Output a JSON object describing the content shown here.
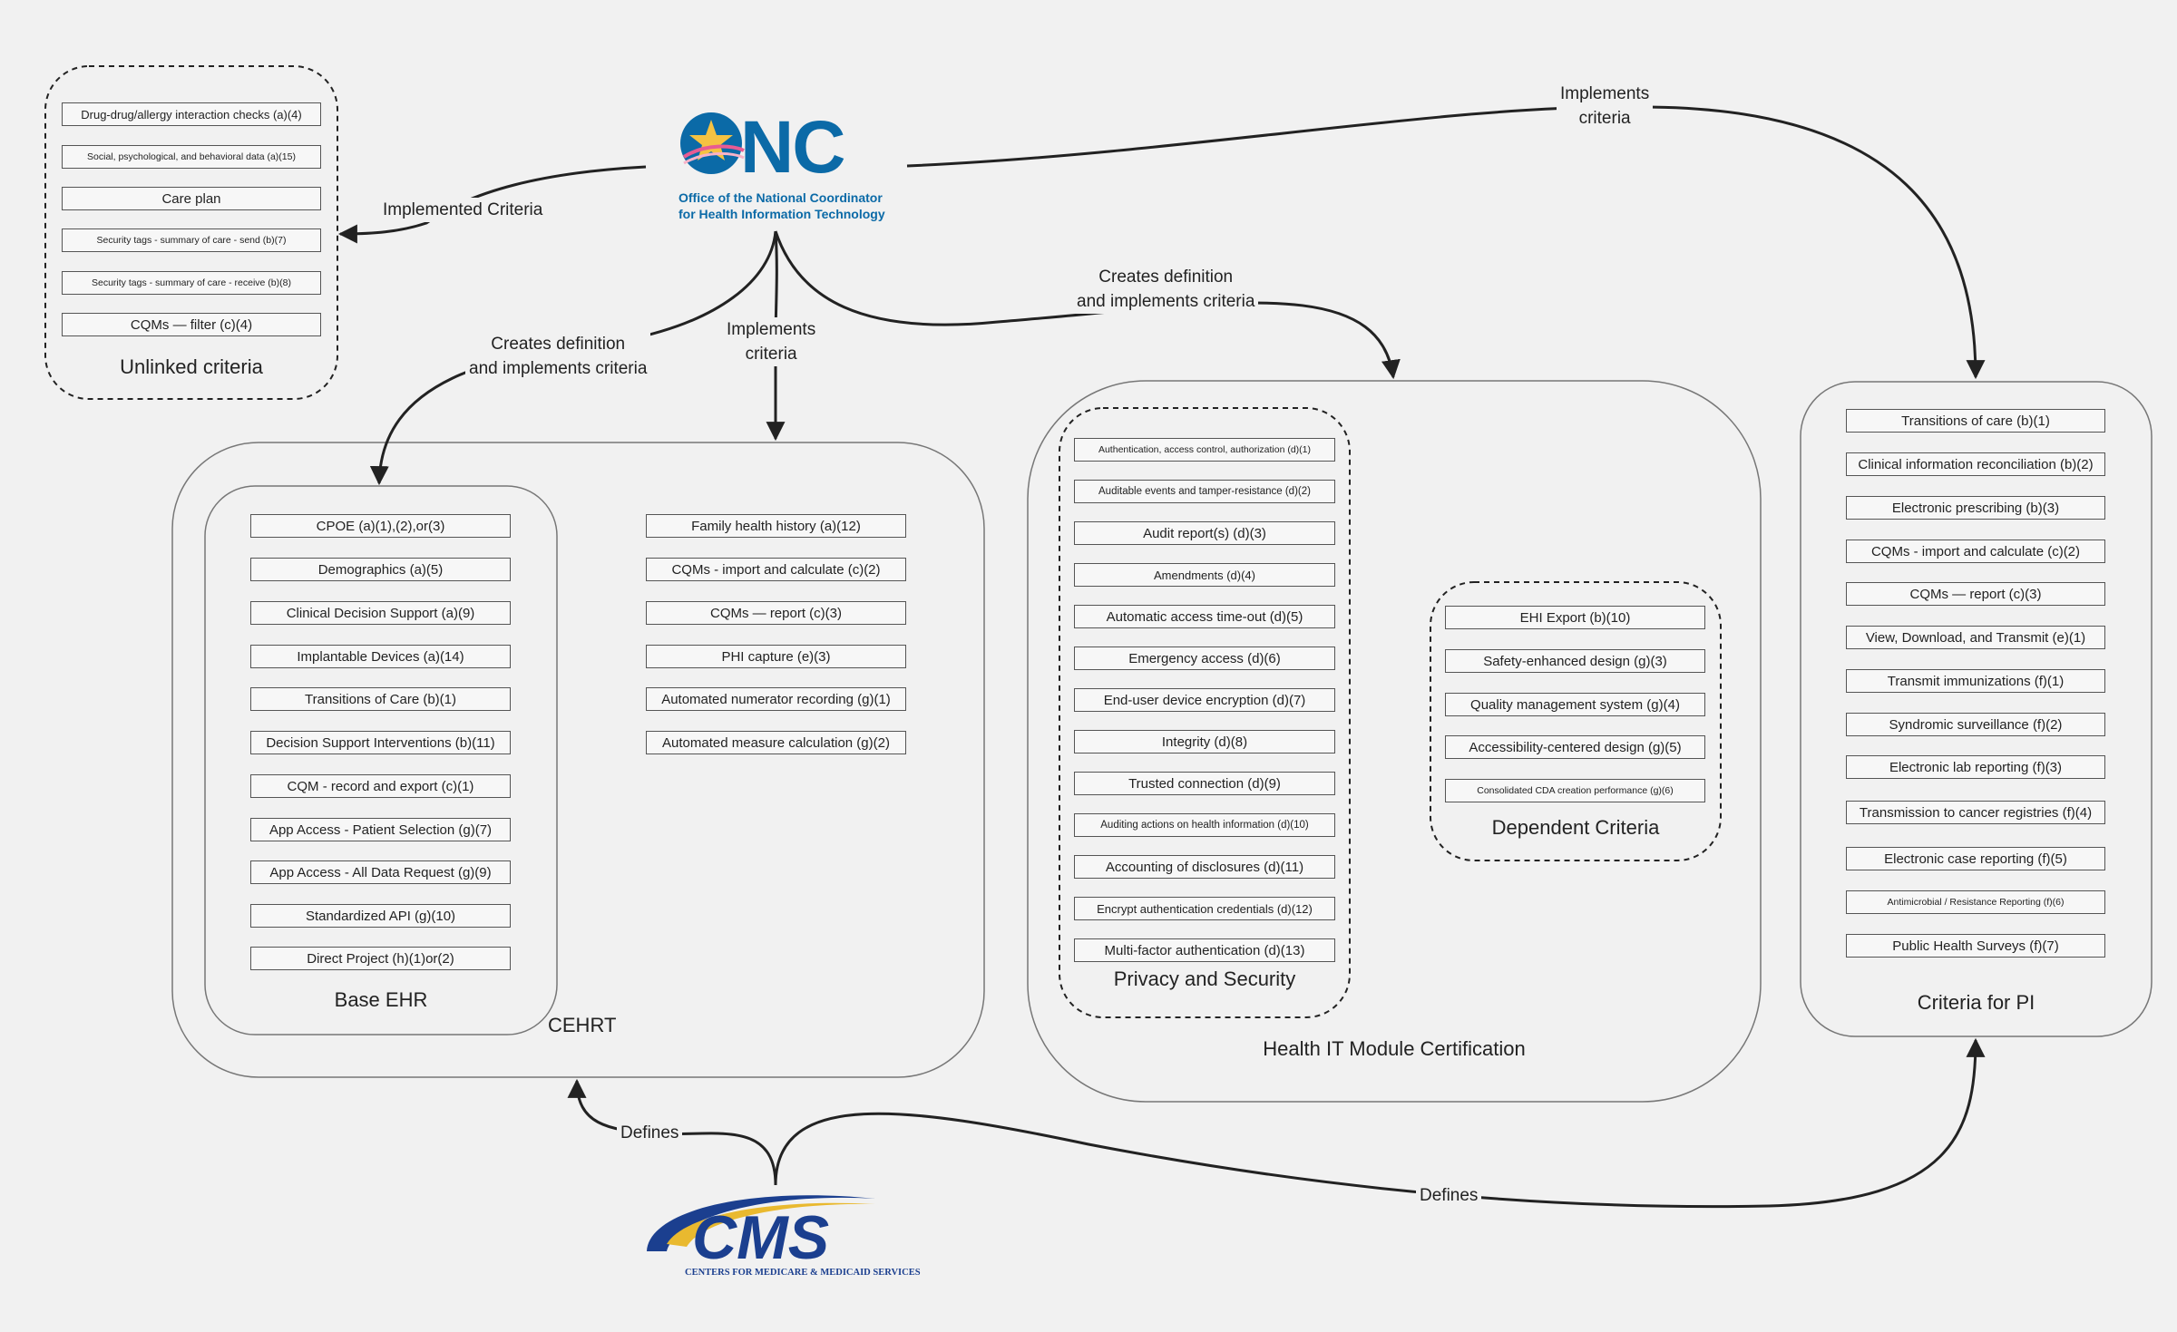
{
  "onc_logo": {
    "name": "ONC",
    "line1": "Office of the National Coordinator",
    "line2": "for Health Information Technology",
    "blue": "#0b6aa7",
    "star": "#f5c242"
  },
  "cms_logo": {
    "name": "CMS",
    "subtitle": "CENTERS FOR MEDICARE & MEDICAID SERVICES",
    "blue": "#1b3f8f",
    "gold": "#e9b92f"
  },
  "edges": {
    "implemented_criteria": "Implemented Criteria",
    "implements_pi": "Implements\ncriteria",
    "creates_def_hit": "Creates definition\nand implements criteria",
    "creates_def_base": "Creates definition\nand implements criteria",
    "implements_cehrt": "Implements\ncriteria",
    "defines_cehrt": "Defines",
    "defines_pi": "Defines"
  },
  "groups": {
    "unlinked": {
      "title": "Unlinked criteria",
      "items": [
        "Drug-drug/allergy interaction checks (a)(4)",
        "Social, psychological, and behavioral data (a)(15)",
        "Care plan",
        "Security tags - summary of care - send (b)(7)",
        "Security tags - summary of care - receive (b)(8)",
        "CQMs — filter (c)(4)"
      ]
    },
    "base_ehr": {
      "title": "Base EHR",
      "items": [
        "CPOE (a)(1),(2),or(3)",
        "Demographics (a)(5)",
        "Clinical Decision Support (a)(9)",
        "Implantable Devices (a)(14)",
        "Transitions of  Care (b)(1)",
        "Decision Support Interventions (b)(11)",
        "CQM - record and export (c)(1)",
        "App Access - Patient Selection (g)(7)",
        "App Access - All Data Request (g)(9)",
        "Standardized API (g)(10)",
        "Direct Project (h)(1)or(2)"
      ]
    },
    "cehrt": {
      "title": "CEHRT",
      "items": [
        "Family health history (a)(12)",
        "CQMs - import and calculate (c)(2)",
        "CQMs — report (c)(3)",
        "PHI capture (e)(3)",
        "Automated numerator recording (g)(1)",
        "Automated measure calculation (g)(2)"
      ]
    },
    "privacy": {
      "title": "Privacy and Security",
      "items": [
        "Authentication, access control, authorization (d)(1)",
        "Auditable events and tamper-resistance (d)(2)",
        "Audit report(s) (d)(3)",
        "Amendments (d)(4)",
        "Automatic access time-out (d)(5)",
        "Emergency access (d)(6)",
        "End-user device encryption (d)(7)",
        "Integrity (d)(8)",
        "Trusted connection (d)(9)",
        "Auditing actions on health information (d)(10)",
        "Accounting of disclosures (d)(11)",
        "Encrypt authentication credentials (d)(12)",
        "Multi-factor authentication (d)(13)"
      ]
    },
    "dependent": {
      "title": "Dependent Criteria",
      "items": [
        "EHI Export (b)(10)",
        "Safety-enhanced design (g)(3)",
        "Quality management system (g)(4)",
        "Accessibility-centered design (g)(5)",
        "Consolidated CDA creation performance (g)(6)"
      ]
    },
    "hit": {
      "title": "Health IT Module Certification"
    },
    "pi": {
      "title": "Criteria for PI",
      "items": [
        "Transitions of care (b)(1)",
        "Clinical information reconciliation (b)(2)",
        "Electronic prescribing (b)(3)",
        "CQMs - import and calculate (c)(2)",
        "CQMs — report (c)(3)",
        "View, Download, and Transmit (e)(1)",
        "Transmit immunizations (f)(1)",
        "Syndromic surveillance (f)(2)",
        "Electronic lab reporting (f)(3)",
        "Transmission to cancer registries (f)(4)",
        "Electronic case reporting (f)(5)",
        "Antimicrobial / Resistance Reporting (f)(6)",
        "Public Health Surveys (f)(7)"
      ]
    }
  }
}
